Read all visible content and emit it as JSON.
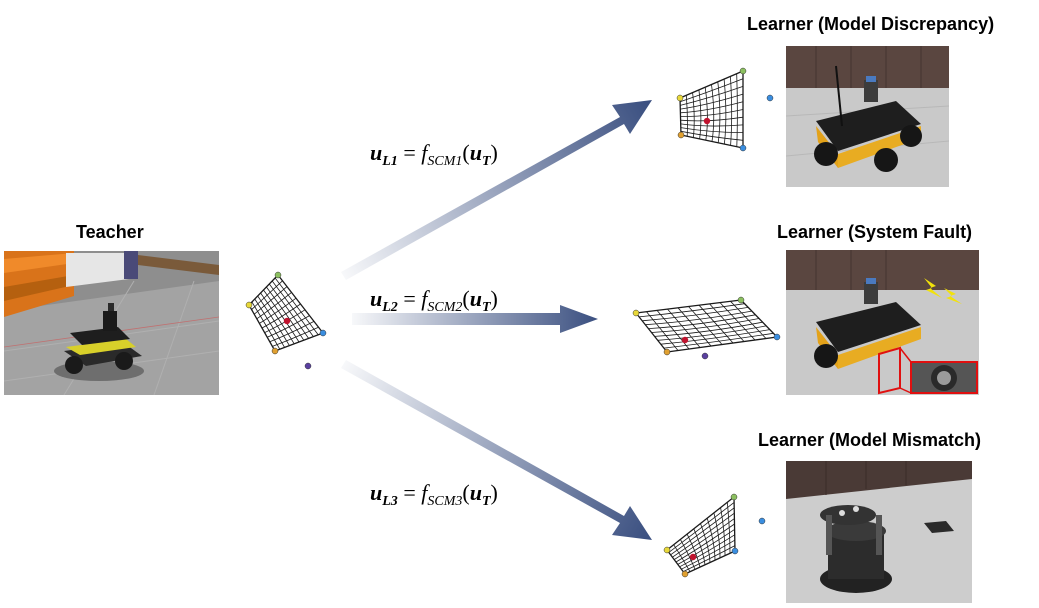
{
  "teacher": {
    "title": "Teacher"
  },
  "learners": [
    {
      "title": "Learner (Model Discrepancy)",
      "eq_var": "L1",
      "eq_func": "SCM1"
    },
    {
      "title": "Learner (System Fault)",
      "eq_var": "L2",
      "eq_func": "SCM2"
    },
    {
      "title": "Learner (Model Mismatch)",
      "eq_var": "L3",
      "eq_func": "SCM3"
    }
  ],
  "equation": {
    "u": "u",
    "eq": " = ",
    "f": "f",
    "paren_open": "(",
    "arg": "u",
    "arg_sub": "T",
    "paren_close": ")"
  },
  "colors": {
    "arrow": "#3a4f80",
    "grid": "#1a1a1a",
    "point_red": "#c0132e",
    "point_yellow": "#e8d83a",
    "point_green": "#8cc060",
    "point_blue": "#3a8ee0",
    "point_orange": "#e0a030",
    "point_purple": "#5a40a0",
    "fault_outline": "#e01010"
  }
}
